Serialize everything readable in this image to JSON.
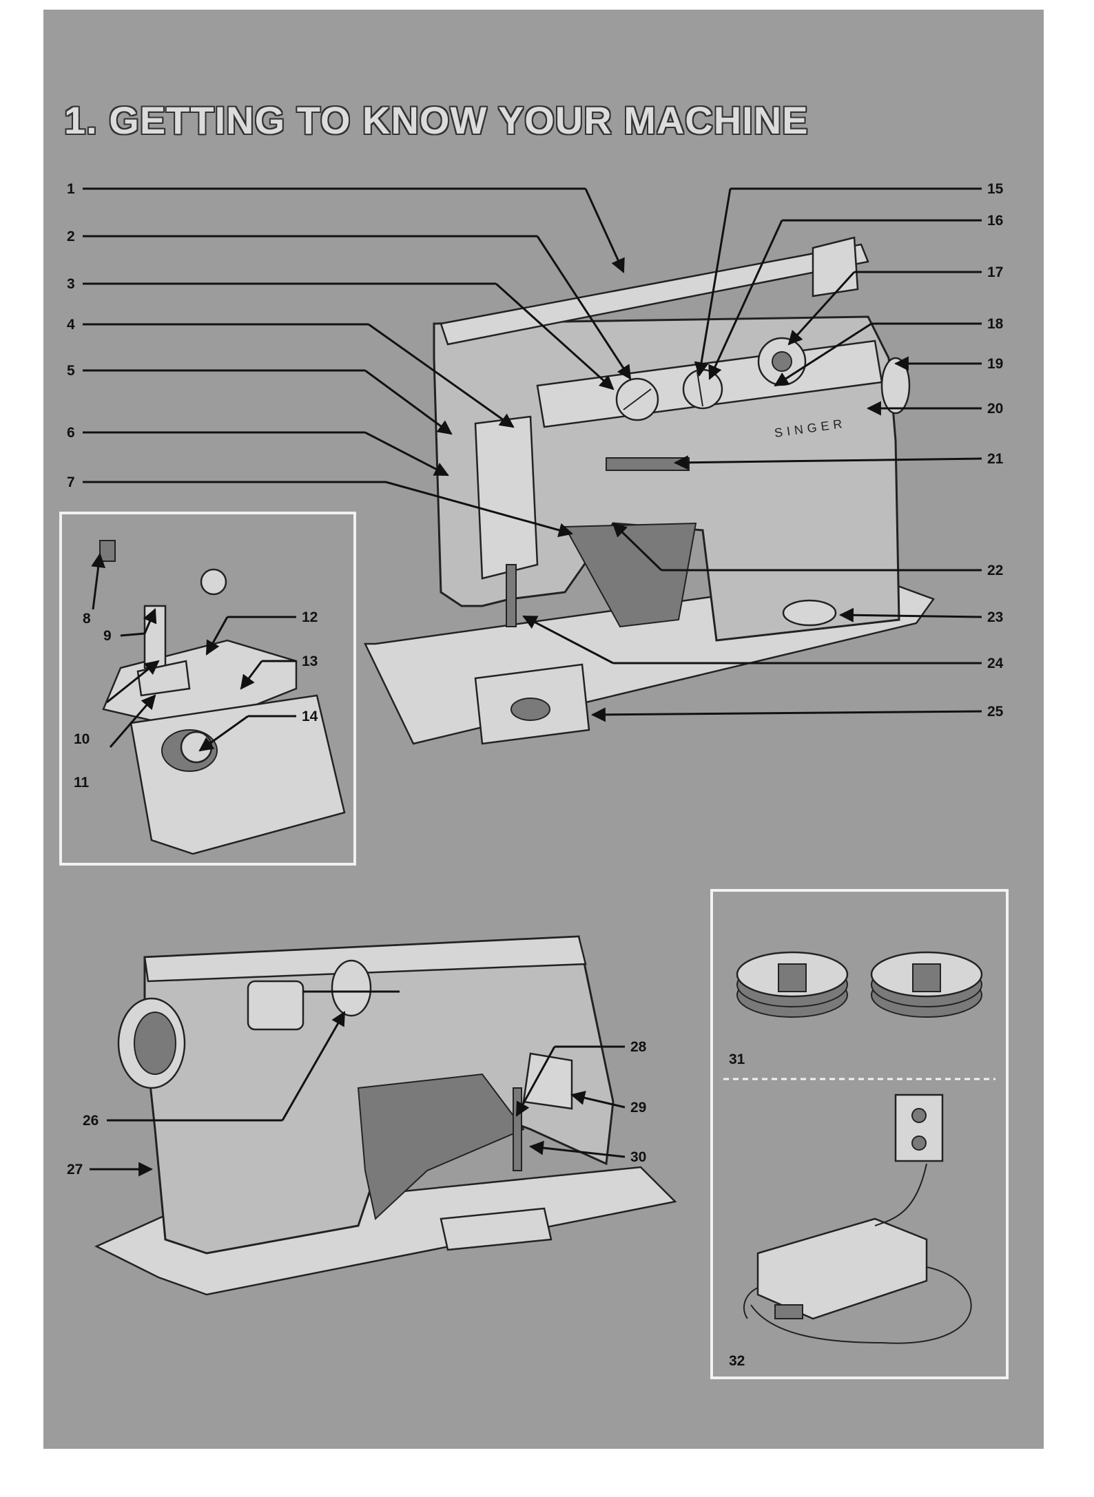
{
  "page": {
    "title": "1. GETTING TO KNOW YOUR MACHINE",
    "brand": "SINGER"
  },
  "callouts": [
    "1",
    "2",
    "3",
    "4",
    "5",
    "6",
    "7",
    "8",
    "9",
    "10",
    "11",
    "12",
    "13",
    "14",
    "15",
    "16",
    "17",
    "18",
    "19",
    "20",
    "21",
    "22",
    "23",
    "24",
    "25",
    "26",
    "27",
    "28",
    "29",
    "30",
    "31",
    "32"
  ],
  "colors": {
    "background": "#9c9c9c",
    "machine": "#bdbdbd",
    "frame": "#f2f2f2"
  }
}
